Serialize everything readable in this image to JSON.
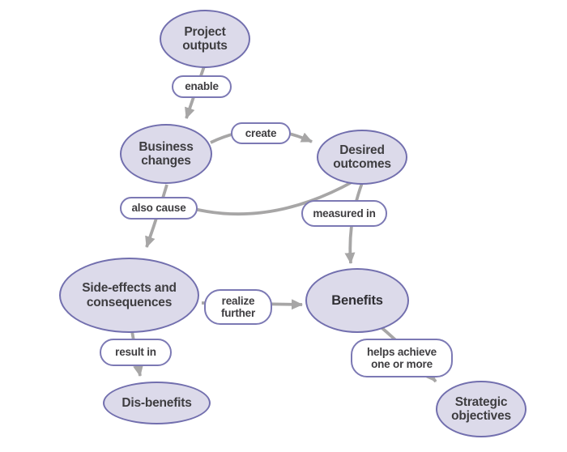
{
  "diagram": {
    "type": "benefits-dependency-network",
    "colors": {
      "node_fill": "#dcdaea",
      "node_border": "#726fae",
      "label_fill": "#ffffff",
      "arrow": "#a7a6a6",
      "text": "#3e3d40"
    },
    "nodes": {
      "project_outputs": {
        "label": "Project\noutputs"
      },
      "business_changes": {
        "label": "Business\nchanges"
      },
      "desired_outcomes": {
        "label": "Desired\noutcomes"
      },
      "side_effects": {
        "label": "Side-effects and\nconsequences"
      },
      "benefits": {
        "label": "Benefits"
      },
      "dis_benefits": {
        "label": "Dis-benefits"
      },
      "strategic_objectives": {
        "label": "Strategic\nobjectives"
      }
    },
    "edge_labels": {
      "enable": "enable",
      "create": "create",
      "also_cause": "also cause",
      "measured_in": "measured in",
      "realize_further": "realize\nfurther",
      "result_in": "result in",
      "helps_achieve": "helps achieve\none or more"
    },
    "edges": [
      {
        "from": "project_outputs",
        "to": "business_changes",
        "label": "enable"
      },
      {
        "from": "business_changes",
        "to": "desired_outcomes",
        "label": "create"
      },
      {
        "from": "business_changes",
        "to": "side_effects",
        "label": "also cause"
      },
      {
        "from": "desired_outcomes",
        "to": "side_effects",
        "label": "also cause"
      },
      {
        "from": "desired_outcomes",
        "to": "benefits",
        "label": "measured in"
      },
      {
        "from": "side_effects",
        "to": "benefits",
        "label": "realize further"
      },
      {
        "from": "side_effects",
        "to": "dis_benefits",
        "label": "result in"
      },
      {
        "from": "benefits",
        "to": "strategic_objectives",
        "label": "helps achieve one or more"
      }
    ]
  }
}
